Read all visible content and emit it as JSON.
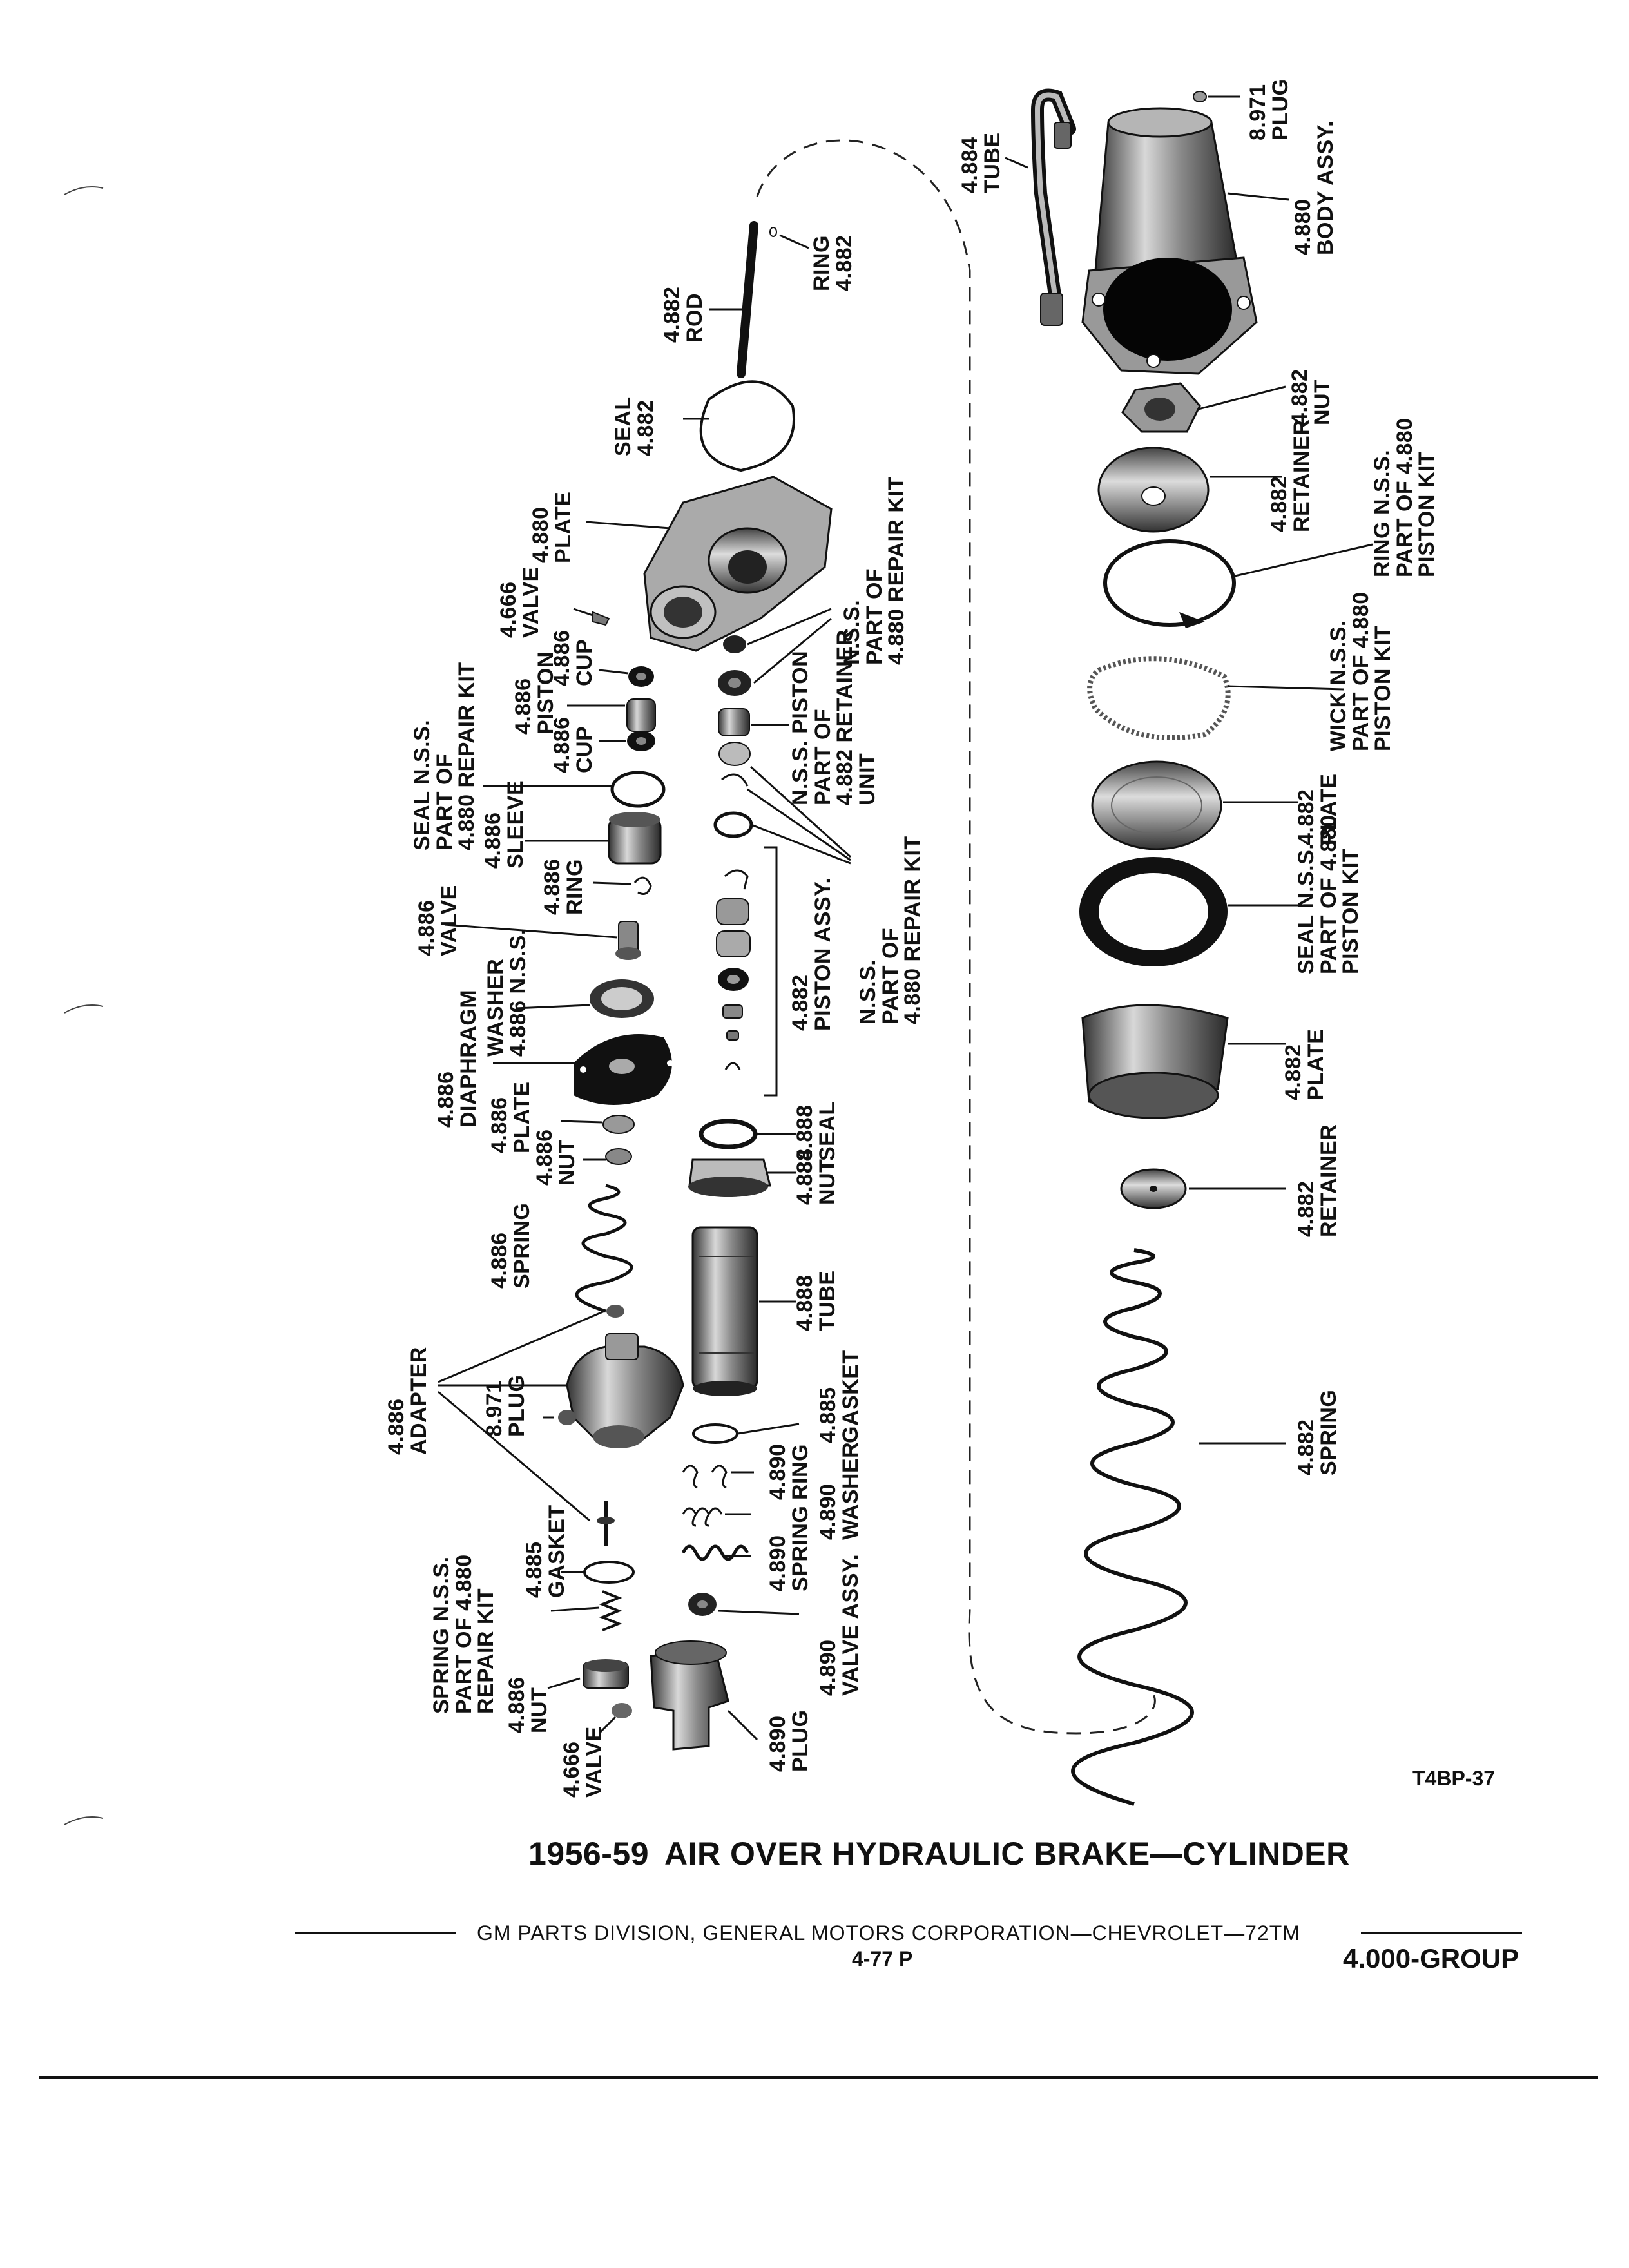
{
  "title": {
    "year": "1956-59",
    "text": "AIR OVER HYDRAULIC BRAKE—CYLINDER"
  },
  "figure_code": "T4BP-37",
  "footer": {
    "division": "GM PARTS DIVISION, GENERAL MOTORS CORPORATION—CHEVROLET—72TM",
    "page": "4-77  P",
    "group": "4.000-GROUP"
  },
  "callouts": {
    "plug_top": "8.971\nPLUG",
    "body_assy": "4.880\nBODY ASSY.",
    "tube_top": "4.884\nTUBE",
    "ring_4882": "RING\n4.882",
    "rod": "4.882\nROD",
    "seal_top": "SEAL\n4.882",
    "plate_4880": "4.880\nPLATE",
    "nut_4882": "4.882\nNUT",
    "retainer_4882a": "4.882\nRETAINER",
    "ring_nss": "RING N.S.S.\nPART OF 4.880\nPISTON KIT",
    "wick_nss": "WICK N.S.S.\nPART OF 4.880\nPISTON KIT",
    "plate_4882a": "4.882\nPLATE",
    "seal_nss_piston": "SEAL N.S.S.\nPART OF 4.880\nPISTON KIT",
    "plate_4882b": "4.882\nPLATE",
    "retainer_4882b": "4.882\nRETAINER",
    "spring_4882": "4.882\nSPRING",
    "nss_repair_top": "N.S.S.\nPART OF\n4.880 REPAIR KIT",
    "nss_piston_retainer": "N.S.S. PISTON\nPART OF\n4.882 RETAINER\nUNIT",
    "nss_repair_mid": "N.S.S.\nPART OF\n4.880 REPAIR KIT",
    "piston_assy": "4.882\nPISTON ASSY.",
    "seal_4888": "4.888\nSEAL",
    "nut_4888": "4.888\nNUT",
    "tube_4888": "4.888\nTUBE",
    "gasket_4885a": "4.885\nGASKET",
    "ring_4890": "4.890\nRING",
    "washer_4890": "4.890\nWASHER",
    "spring_4890": "4.890\nSPRING",
    "valve_assy_4890": "4.890\nVALVE ASSY.",
    "plug_4890": "4.890\nPLUG",
    "valve_4666a": "4.666\nVALVE",
    "cup_4886a": "4.886\nCUP",
    "piston_4886": "4.886\nPISTON",
    "cup_4886b": "4.886\nCUP",
    "seal_nss_repair": "SEAL N.S.S.\nPART OF\n4.880 REPAIR KIT",
    "sleeve_4886": "4.886\nSLEEVE",
    "ring_4886": "4.886\nRING",
    "valve_4886": "4.886\nVALVE",
    "washer_nss": "WASHER\n4.886 N.S.S.",
    "diaphragm": "4.886\nDIAPHRAGM",
    "plate_4886": "4.886\nPLATE",
    "nut_4886a": "4.886\nNUT",
    "spring_4886": "4.886\nSPRING",
    "adapter": "4.886\nADAPTER",
    "plug_8971": "8.971\nPLUG",
    "gasket_4885b": "4.885\nGASKET",
    "spring_nss": "SPRING N.S.S.\nPART OF 4.880\nREPAIR KIT",
    "nut_4886b": "4.886\nNUT",
    "valve_4666b": "4.666\nVALVE"
  }
}
